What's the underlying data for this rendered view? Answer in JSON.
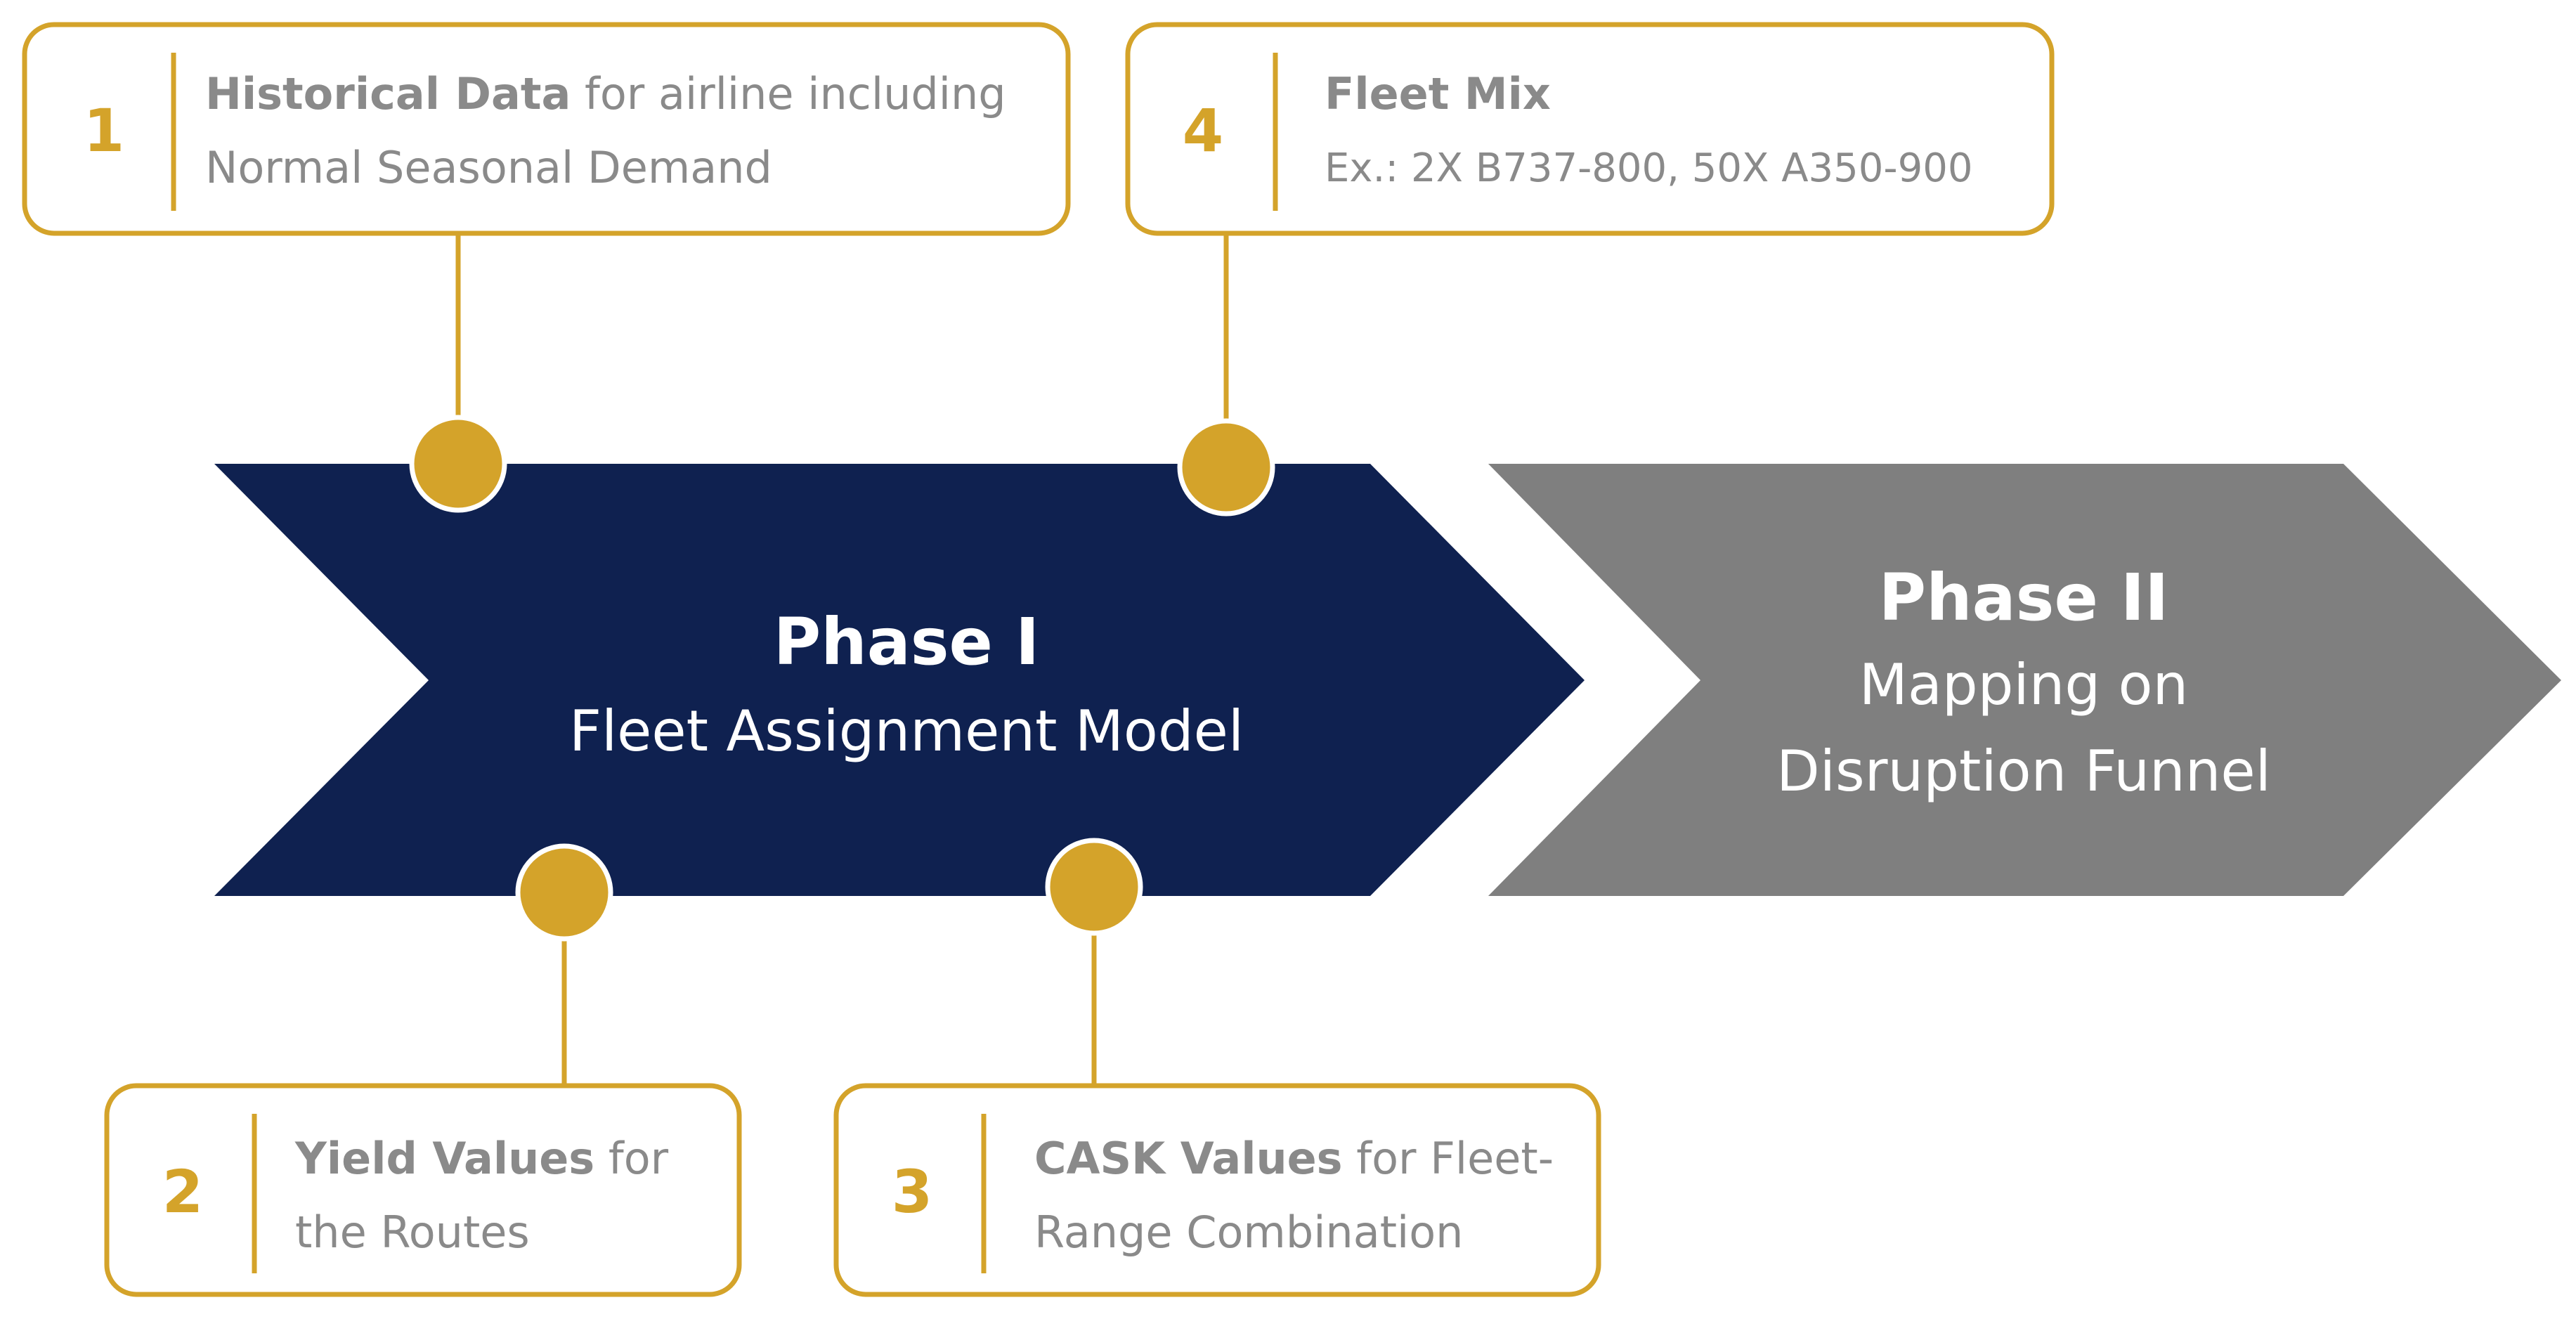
{
  "colors": {
    "gold": "#d4a32a",
    "navy": "#0f2150",
    "grey": "#7f7f7f",
    "grey_text": "#8a8a8a"
  },
  "phases": [
    {
      "title": "Phase I",
      "subtitle_lines": [
        "Fleet Assignment Model"
      ]
    },
    {
      "title": "Phase II",
      "subtitle_lines": [
        "Mapping on",
        "Disruption Funnel"
      ]
    }
  ],
  "inputs": [
    {
      "number": "1",
      "bold": "Historical Data",
      "rest": " for airline including",
      "line2": "Normal Seasonal Demand"
    },
    {
      "number": "2",
      "bold": "Yield Values",
      "rest": " for",
      "line2": "the Routes"
    },
    {
      "number": "3",
      "bold": "CASK Values",
      "rest": " for Fleet-",
      "line2": "Range Combination"
    },
    {
      "number": "4",
      "bold": "Fleet Mix",
      "rest": "",
      "line2": "Ex.: 2X B737-800, 50X A350-900"
    }
  ]
}
